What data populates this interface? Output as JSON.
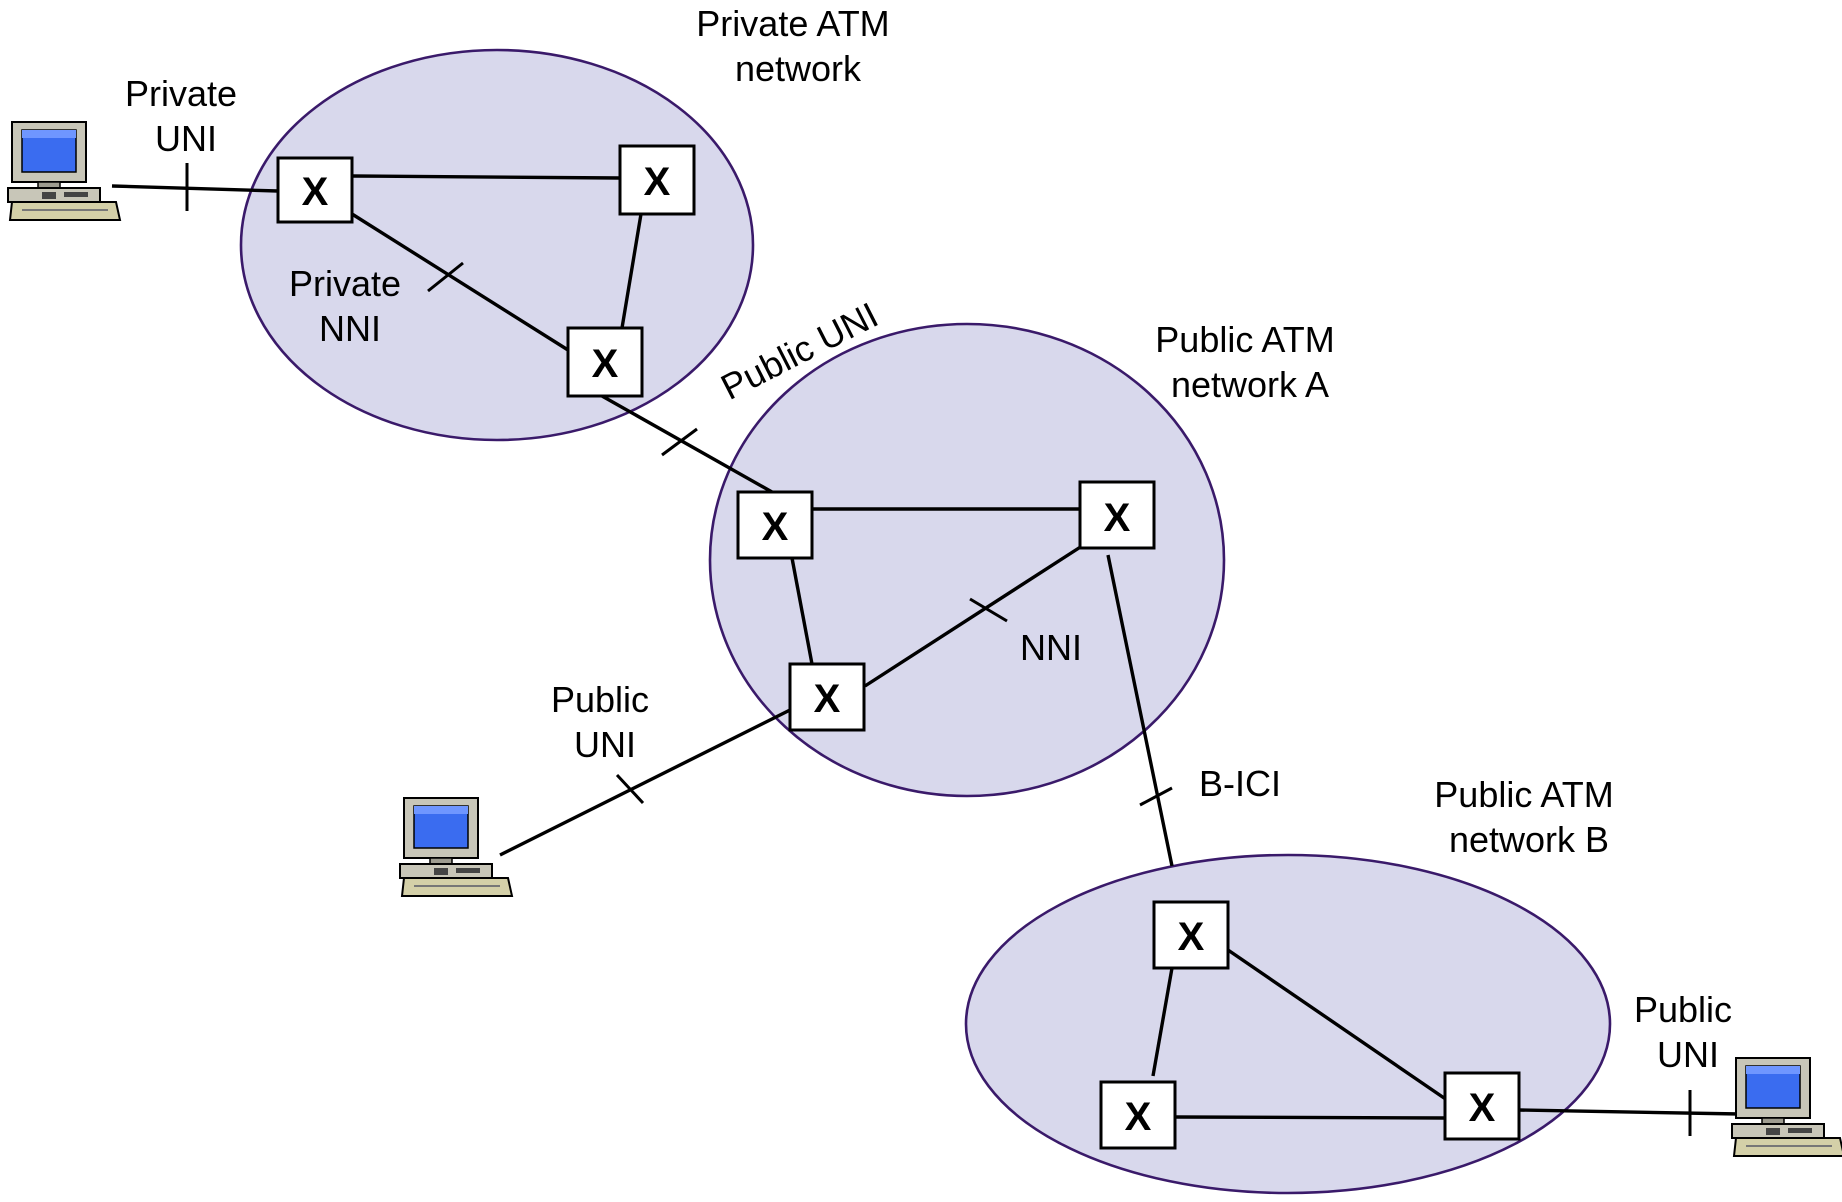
{
  "colors": {
    "cloud_fill": "#d8d8ec",
    "cloud_stroke": "#3a1a6a",
    "monitor_screen": "#3a6cf0",
    "terminal_body": "#c8c6b8"
  },
  "networks": {
    "private_atm": {
      "line1": "Private ATM",
      "line2": "network"
    },
    "public_a": {
      "line1": "Public ATM",
      "line2": "network A"
    },
    "public_b": {
      "line1": "Public ATM",
      "line2": "network B"
    }
  },
  "interfaces": {
    "private_uni": {
      "line1": "Private",
      "line2": "UNI"
    },
    "private_nni": {
      "line1": "Private",
      "line2": "NNI"
    },
    "public_uni_link": "Public UNI",
    "public_uni_a": {
      "line1": "Public",
      "line2": "UNI"
    },
    "nni": "NNI",
    "b_ici": "B-ICI",
    "public_uni_b": {
      "line1": "Public",
      "line2": "UNI"
    }
  },
  "switch_label": "X",
  "icons": {
    "terminal": "desktop-computer-icon",
    "switch": "atm-switch-box"
  }
}
